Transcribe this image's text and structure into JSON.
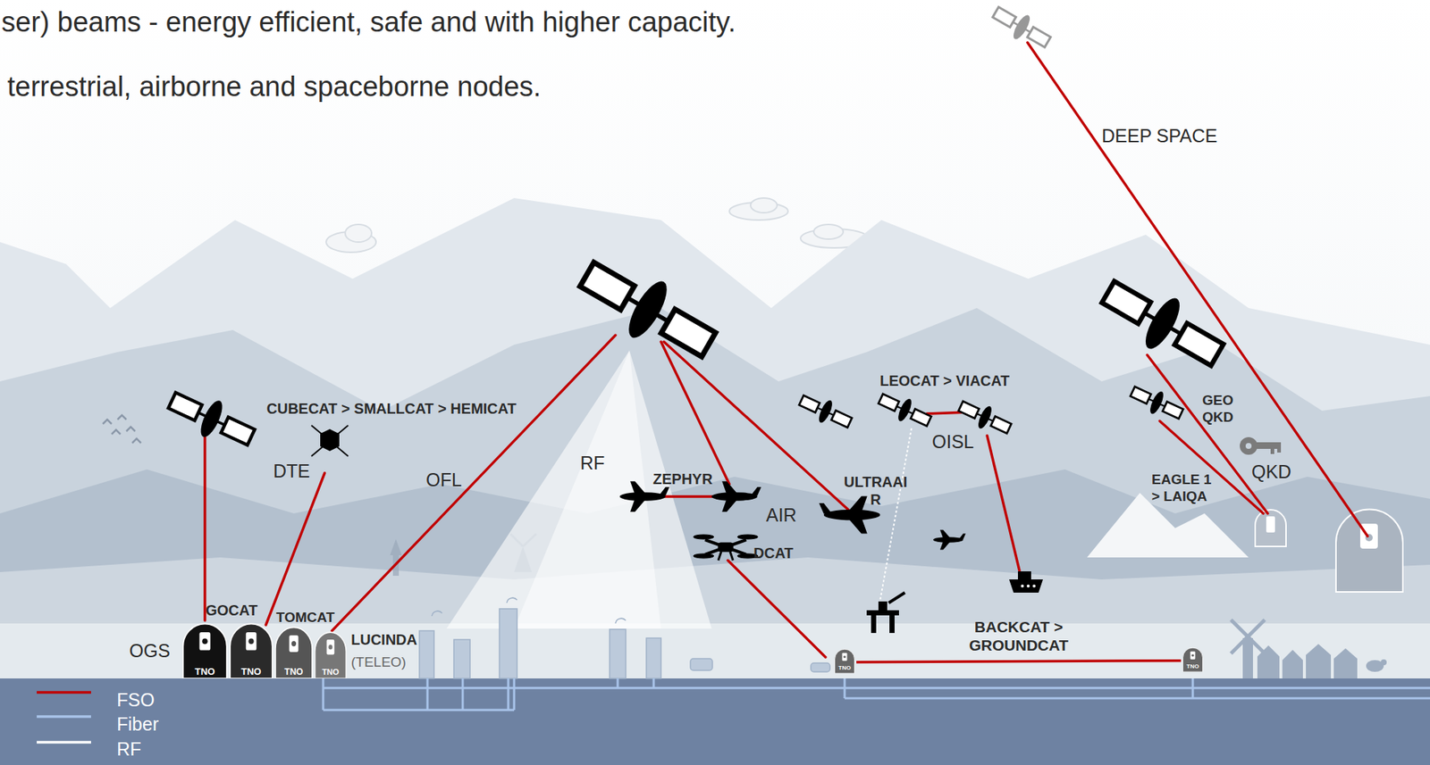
{
  "diagram": {
    "nodes": [
      {
        "text": [
          "TNO"
        ]
      },
      {
        "text": [
          "TNO"
        ]
      },
      {
        "text": [
          "TNO"
        ]
      },
      {
        "text": [
          "TNO"
        ]
      },
      {
        "text": [
          "TNO"
        ]
      },
      {
        "text": [
          "TNO"
        ]
      }
    ],
    "edges": [
      {
        "from": 4,
        "to": 5,
        "arrow": "none"
      }
    ],
    "labels": [
      "ser) beams - energy efficient, safe and with higher capacity.",
      "terrestrial, airborne and spaceborne nodes.",
      "DEEP SPACE",
      "CUBECAT > SMALLCAT > HEMICAT",
      "DTE",
      "OFL",
      "RF",
      "ZEPHYR",
      "AIR",
      "ULTRAAI R",
      "DCAT",
      "LEOCAT > VIACAT",
      "OISL",
      "GEO QKD",
      "QKD",
      "EAGLE 1 > LAIQA",
      "OGS",
      "GOCAT",
      "TOMCAT",
      "LUCINDA",
      "(TELEO)",
      "BACKCAT > GROUNDCAT"
    ],
    "legend": [
      {
        "text": "FSO"
      },
      {
        "text": "Fiber"
      },
      {
        "text": "RF"
      }
    ]
  }
}
